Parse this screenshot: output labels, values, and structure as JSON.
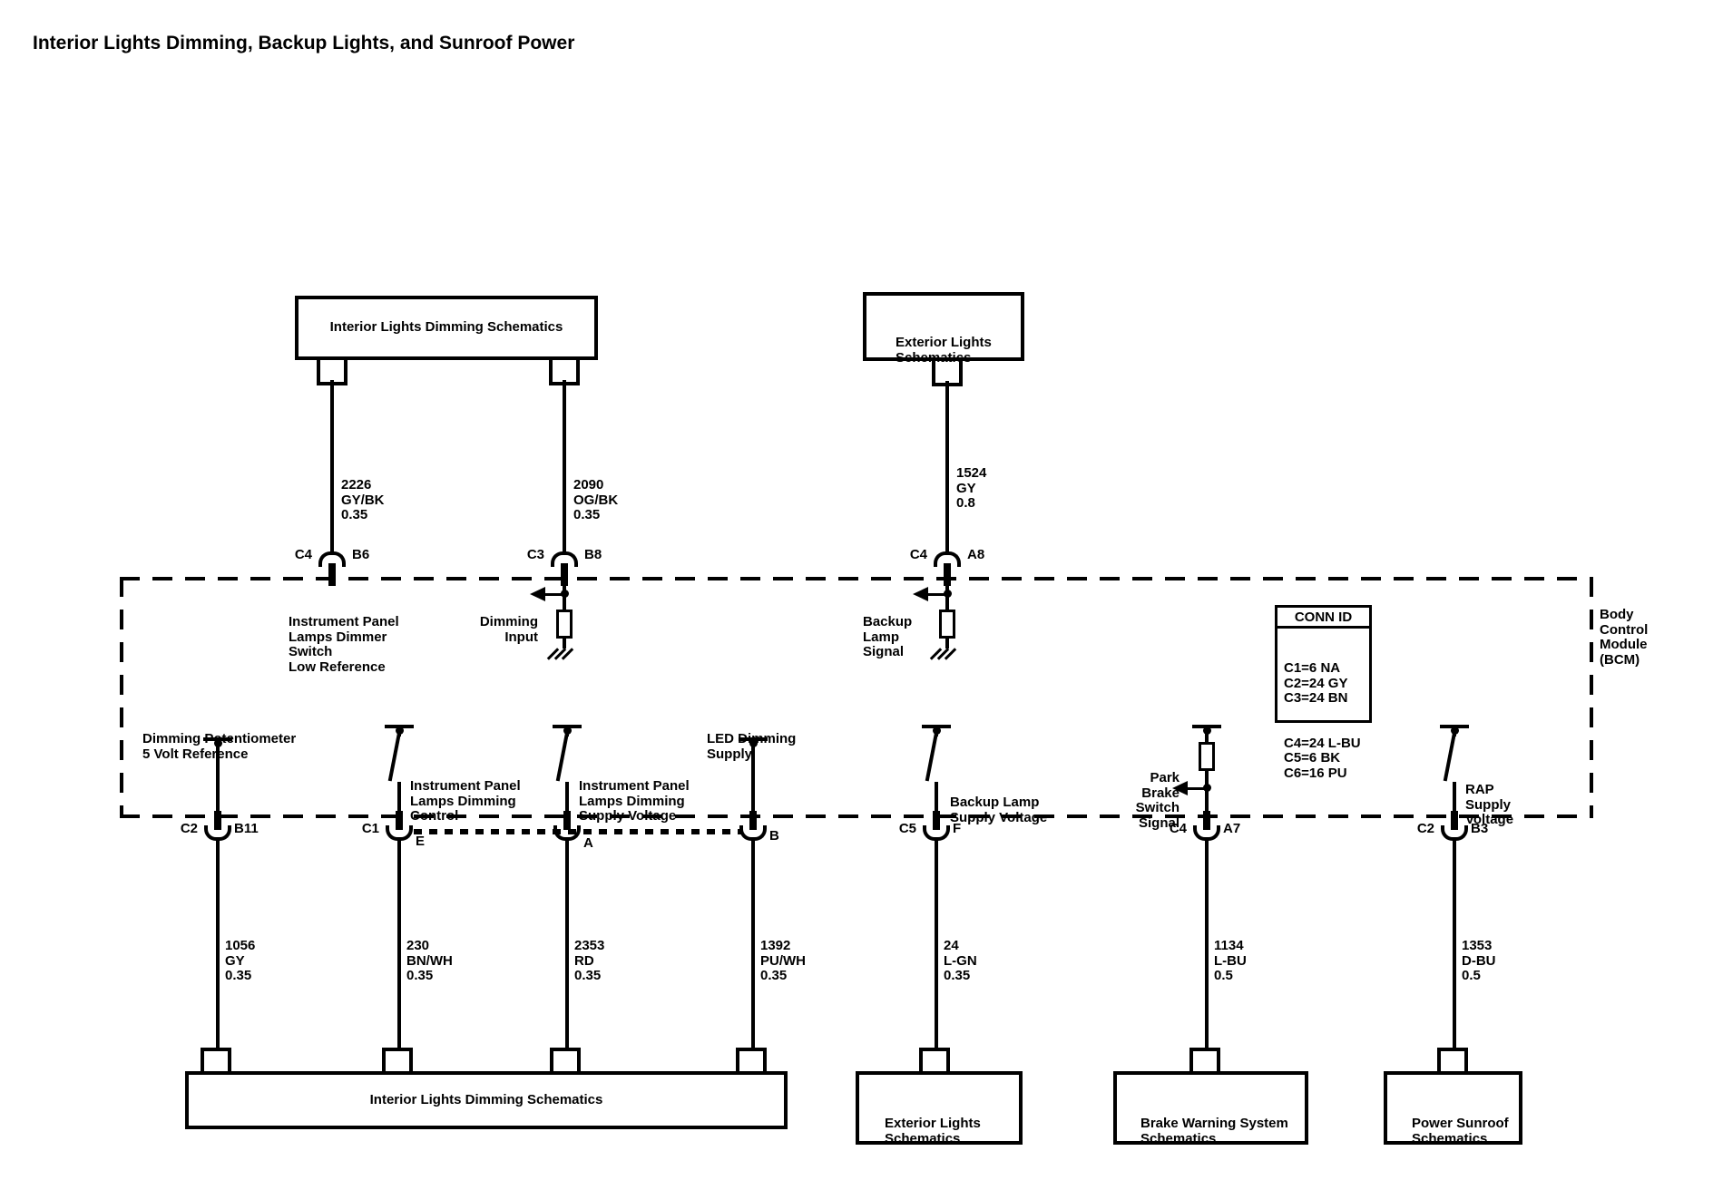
{
  "title": "Interior Lights Dimming, Backup Lights, and Sunroof Power",
  "top_boxes": {
    "interior": {
      "label": "Interior Lights Dimming Schematics"
    },
    "exterior": {
      "line1": "Exterior Lights",
      "line2": "Schematics"
    }
  },
  "top_wires": [
    {
      "circuit": "2226",
      "color": "GY/BK",
      "gauge": "0.35"
    },
    {
      "circuit": "2090",
      "color": "OG/BK",
      "gauge": "0.35"
    },
    {
      "circuit": "1524",
      "color": "GY",
      "gauge": "0.8"
    }
  ],
  "top_connectors": [
    {
      "connector": "C4",
      "pin": "B6"
    },
    {
      "connector": "C3",
      "pin": "B8"
    },
    {
      "connector": "C4",
      "pin": "A8"
    }
  ],
  "bcm": {
    "name": {
      "line1": "Body",
      "line2": "Control",
      "line3": "Module",
      "line4": "(BCM)"
    },
    "ip_dimmer_switch": {
      "line1": "Instrument Panel",
      "line2": "Lamps Dimmer",
      "line3": "Switch",
      "line4": "Low Reference"
    },
    "dimming_input": {
      "line1": "Dimming",
      "line2": "Input"
    },
    "backup_lamp_signal": {
      "line1": "Backup",
      "line2": "Lamp",
      "line3": "Signal"
    },
    "conn_id": {
      "header": "CONN ID",
      "rows": [
        "C1=6 NA",
        "C2=24 GY",
        "C3=24 BN",
        "C4=24 L-BU",
        "C5=6 BK",
        "C6=16 PU"
      ]
    },
    "dimming_potentiometer": {
      "line1": "Dimming Potentiometer",
      "line2": "5 Volt Reference"
    },
    "ip_dimming_control": {
      "line1": "Instrument Panel",
      "line2": "Lamps Dimming",
      "line3": "Control"
    },
    "ip_dimming_supply": {
      "line1": "Instrument Panel",
      "line2": "Lamps Dimming",
      "line3": "Supply Voltage"
    },
    "led_dimming_supply": {
      "line1": "LED Dimming",
      "line2": "Supply"
    },
    "backup_lamp_supply": {
      "line1": "Backup Lamp",
      "line2": "Supply Voltage"
    },
    "park_brake_switch": {
      "line1": "Park",
      "line2": "Brake",
      "line3": "Switch",
      "line4": "Signal"
    },
    "rap_supply": {
      "line1": "RAP",
      "line2": "Supply",
      "line3": "Voltage"
    }
  },
  "bottom_connectors": [
    {
      "connector": "C2",
      "pin": "B11"
    },
    {
      "connector": "C1",
      "pin": "E"
    },
    {
      "connector": "",
      "pin": "A"
    },
    {
      "connector": "",
      "pin": "B"
    },
    {
      "connector": "C5",
      "pin": "F"
    },
    {
      "connector": "C4",
      "pin": "A7"
    },
    {
      "connector": "C2",
      "pin": "B3"
    }
  ],
  "bottom_wires": [
    {
      "circuit": "1056",
      "color": "GY",
      "gauge": "0.35"
    },
    {
      "circuit": "230",
      "color": "BN/WH",
      "gauge": "0.35"
    },
    {
      "circuit": "2353",
      "color": "RD",
      "gauge": "0.35"
    },
    {
      "circuit": "1392",
      "color": "PU/WH",
      "gauge": "0.35"
    },
    {
      "circuit": "24",
      "color": "L-GN",
      "gauge": "0.35"
    },
    {
      "circuit": "1134",
      "color": "L-BU",
      "gauge": "0.5"
    },
    {
      "circuit": "1353",
      "color": "D-BU",
      "gauge": "0.5"
    }
  ],
  "bottom_boxes": {
    "interior": {
      "label": "Interior Lights Dimming Schematics"
    },
    "exterior": {
      "line1": "Exterior Lights",
      "line2": "Schematics"
    },
    "brake": {
      "line1": "Brake Warning System",
      "line2": "Schematics"
    },
    "sunroof": {
      "line1": "Power Sunroof",
      "line2": "Schematics"
    }
  },
  "colors": {
    "line": "#000000",
    "background": "#ffffff"
  }
}
